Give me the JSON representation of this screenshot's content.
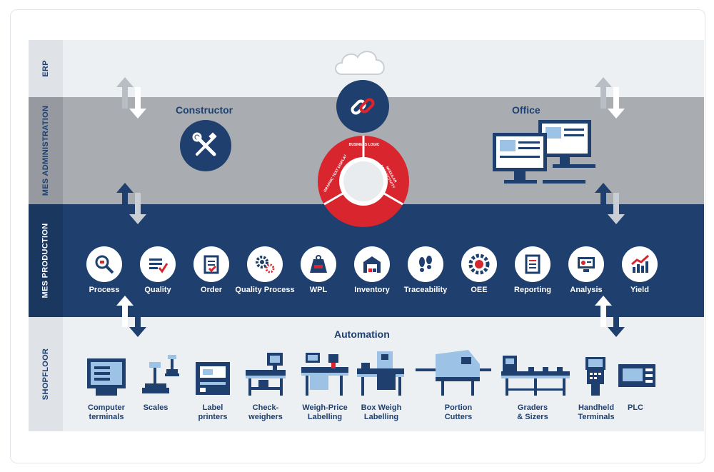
{
  "layers": {
    "erp": "ERP",
    "admin": "MES ADMINISTRATION",
    "production": "MES PRODUCTION",
    "shopfloor": "SHOPFLOOR"
  },
  "admin": {
    "constructor_label": "Constructor",
    "office_label": "Office"
  },
  "center_ring": {
    "segments": [
      "BUSINESS LOGIC",
      "MODULAR CONNECTIVITY",
      "GRAPHIC TEXT DISPLAY"
    ]
  },
  "modules": [
    {
      "label": "Process",
      "icon": "process-search-icon"
    },
    {
      "label": "Quality",
      "icon": "quality-check-icon"
    },
    {
      "label": "Order",
      "icon": "order-clipboard-icon"
    },
    {
      "label": "Quality Process",
      "icon": "gears-icon"
    },
    {
      "label": "WPL",
      "icon": "weight-icon"
    },
    {
      "label": "Inventory",
      "icon": "warehouse-icon"
    },
    {
      "label": "Traceability",
      "icon": "footprints-icon"
    },
    {
      "label": "OEE",
      "icon": "oee-gear-icon"
    },
    {
      "label": "Reporting",
      "icon": "report-document-icon"
    },
    {
      "label": "Analysis",
      "icon": "analysis-monitor-icon"
    },
    {
      "label": "Yield",
      "icon": "yield-chart-icon"
    }
  ],
  "automation_label": "Automation",
  "devices": [
    {
      "line1": "Computer",
      "line2": "terminals"
    },
    {
      "line1": "Scales",
      "line2": ""
    },
    {
      "line1": "Label",
      "line2": "printers"
    },
    {
      "line1": "Check-",
      "line2": "weighers"
    },
    {
      "line1": "Weigh-Price",
      "line2": "Labelling"
    },
    {
      "line1": "Box Weigh",
      "line2": "Labelling"
    },
    {
      "line1": "Portion",
      "line2": "Cutters"
    },
    {
      "line1": "Graders",
      "line2": "& Sizers"
    },
    {
      "line1": "Handheld",
      "line2": "Terminals"
    },
    {
      "line1": "PLC",
      "line2": ""
    }
  ],
  "colors": {
    "navy": "#1f3f6e",
    "grey": "#a9adb2",
    "light": "#edf0f3",
    "red": "#d9252e",
    "device_blue": "#9cc3e6"
  }
}
